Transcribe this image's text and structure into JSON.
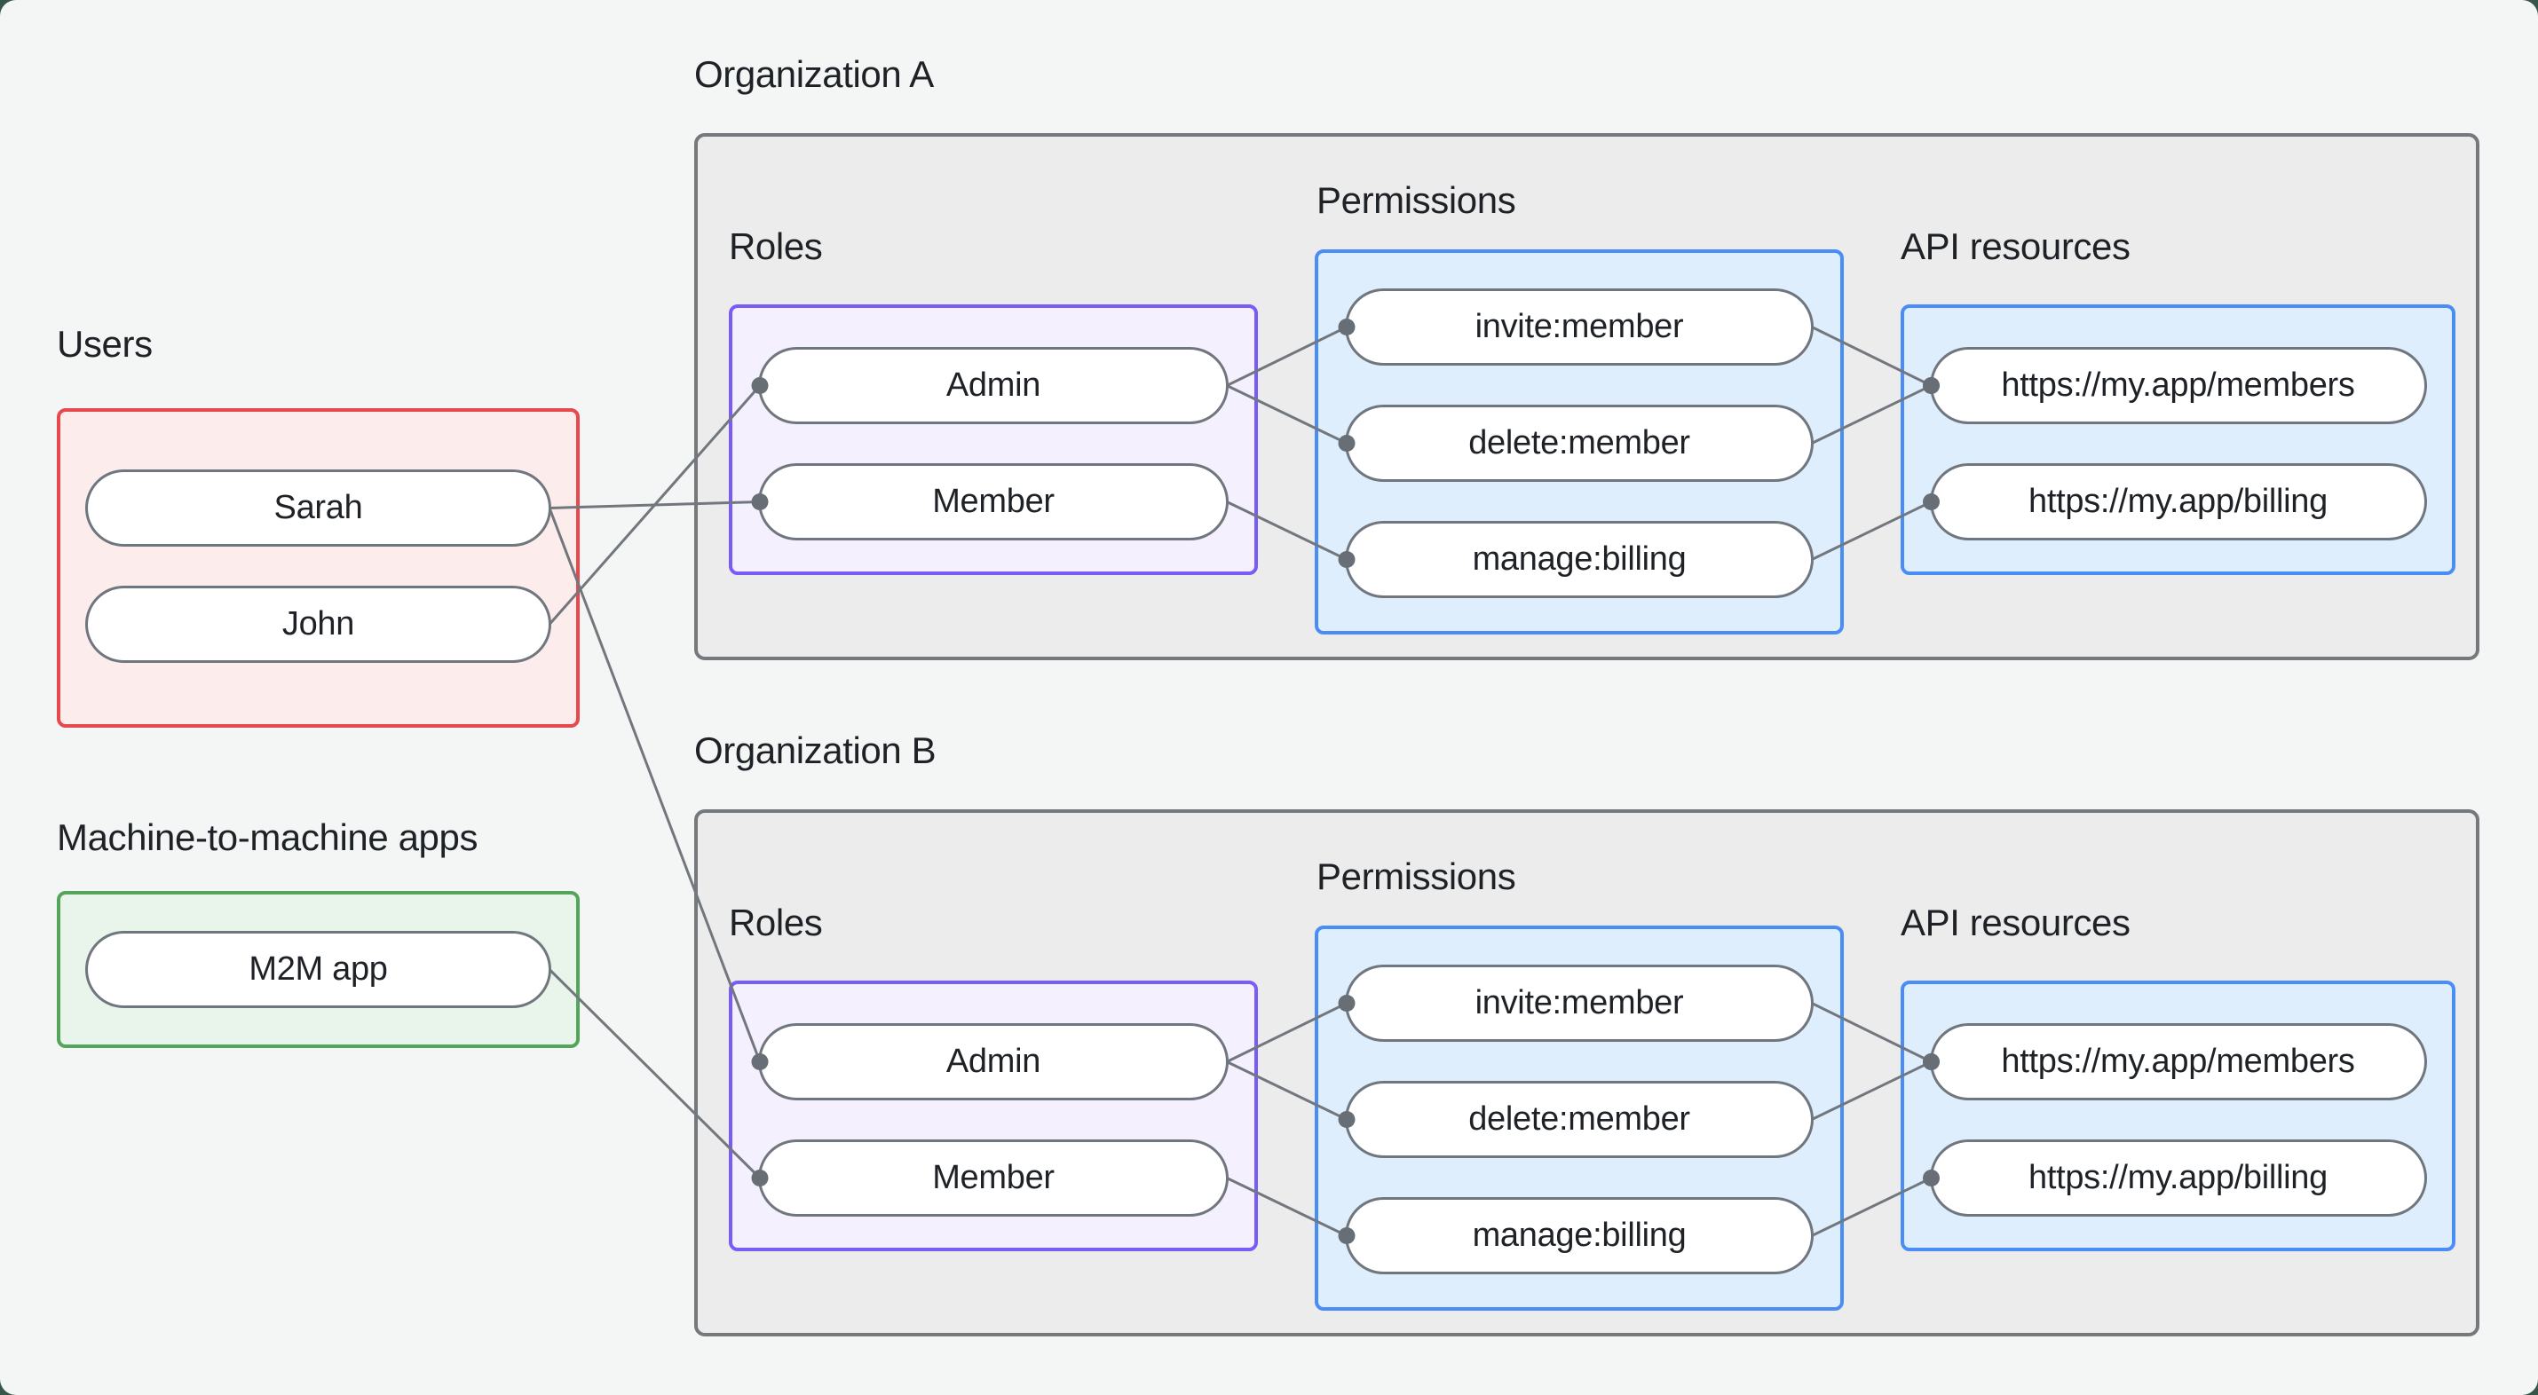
{
  "colors": {
    "frame-outside": "#37564a",
    "bg": "#f4f6f5",
    "org-fill": "#ececec",
    "org-border": "#75797e",
    "red-border": "#e5484d",
    "red-fill": "#fdecec",
    "green-border": "#55a45c",
    "green-fill": "#e9f5ea",
    "purple-border": "#7a5af8",
    "purple-fill": "#f4f0fe",
    "blue-border": "#4a8df6",
    "blue-fill": "#dfeefd",
    "pill-border": "#6f767d",
    "pill-fill": "#ffffff",
    "line": "#72777d",
    "dot": "#676e75",
    "text": "#1e2226"
  },
  "users_section": {
    "label": "Users",
    "nodes": [
      {
        "id": "sarah",
        "label": "Sarah"
      },
      {
        "id": "john",
        "label": "John"
      }
    ]
  },
  "m2m_section": {
    "label": "Machine-to-machine apps",
    "nodes": [
      {
        "id": "m2m",
        "label": "M2M app"
      }
    ]
  },
  "organizations": [
    {
      "label": "Organization A",
      "roles_label": "Roles",
      "permissions_label": "Permissions",
      "resources_label": "API resources",
      "roles": [
        {
          "id": "orgA-admin",
          "label": "Admin"
        },
        {
          "id": "orgA-member",
          "label": "Member"
        }
      ],
      "permissions": [
        {
          "id": "orgA-invite",
          "label": "invite:member"
        },
        {
          "id": "orgA-delete",
          "label": "delete:member"
        },
        {
          "id": "orgA-manage",
          "label": "manage:billing"
        }
      ],
      "resources": [
        {
          "id": "orgA-members-api",
          "label": "https://my.app/members"
        },
        {
          "id": "orgA-billing-api",
          "label": "https://my.app/billing"
        }
      ]
    },
    {
      "label": "Organization B",
      "roles_label": "Roles",
      "permissions_label": "Permissions",
      "resources_label": "API resources",
      "roles": [
        {
          "id": "orgB-admin",
          "label": "Admin"
        },
        {
          "id": "orgB-member",
          "label": "Member"
        }
      ],
      "permissions": [
        {
          "id": "orgB-invite",
          "label": "invite:member"
        },
        {
          "id": "orgB-delete",
          "label": "delete:member"
        },
        {
          "id": "orgB-manage",
          "label": "manage:billing"
        }
      ],
      "resources": [
        {
          "id": "orgB-members-api",
          "label": "https://my.app/members"
        },
        {
          "id": "orgB-billing-api",
          "label": "https://my.app/billing"
        }
      ]
    }
  ],
  "edges": [
    {
      "from": "john",
      "to": "orgA-admin"
    },
    {
      "from": "sarah",
      "to": "orgA-member"
    },
    {
      "from": "sarah",
      "to": "orgB-admin"
    },
    {
      "from": "m2m",
      "to": "orgB-member"
    },
    {
      "from": "orgA-admin",
      "to": "orgA-invite"
    },
    {
      "from": "orgA-admin",
      "to": "orgA-delete"
    },
    {
      "from": "orgA-member",
      "to": "orgA-manage"
    },
    {
      "from": "orgA-invite",
      "to": "orgA-members-api"
    },
    {
      "from": "orgA-delete",
      "to": "orgA-members-api"
    },
    {
      "from": "orgA-manage",
      "to": "orgA-billing-api"
    },
    {
      "from": "orgB-admin",
      "to": "orgB-invite"
    },
    {
      "from": "orgB-admin",
      "to": "orgB-delete"
    },
    {
      "from": "orgB-member",
      "to": "orgB-manage"
    },
    {
      "from": "orgB-invite",
      "to": "orgB-members-api"
    },
    {
      "from": "orgB-delete",
      "to": "orgB-members-api"
    },
    {
      "from": "orgB-manage",
      "to": "orgB-billing-api"
    }
  ]
}
